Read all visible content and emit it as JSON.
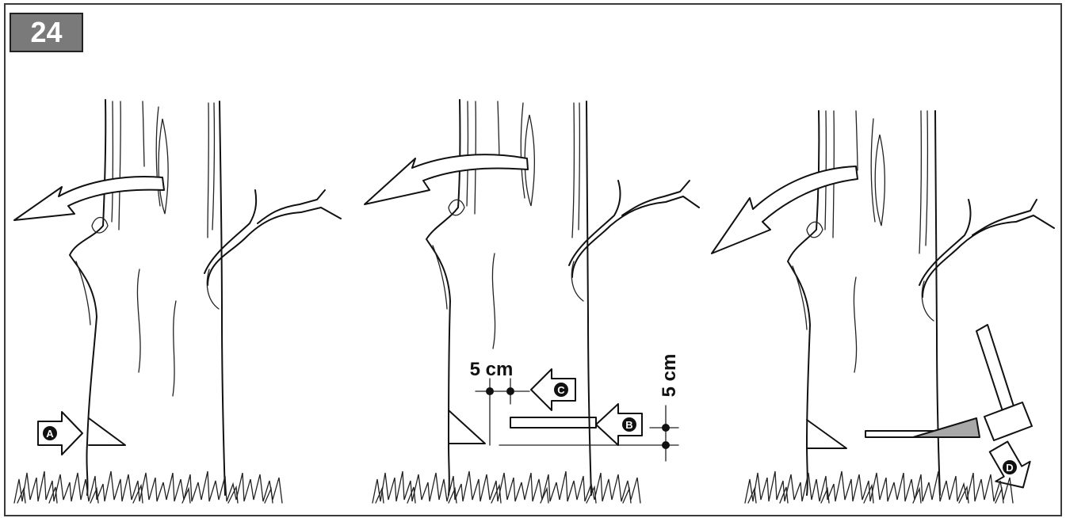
{
  "figure": {
    "number": "24"
  },
  "panels": [
    {
      "id": "panel-1",
      "markers": [
        "A"
      ]
    },
    {
      "id": "panel-2",
      "markers": [
        "B",
        "C"
      ],
      "measure_horizontal": "5 cm",
      "measure_vertical": "5 cm"
    },
    {
      "id": "panel-3",
      "markers": [
        "D"
      ]
    }
  ],
  "colors": {
    "line": "#111111",
    "badge": "#7a7a7a",
    "wedge": "#a8a8a8"
  }
}
